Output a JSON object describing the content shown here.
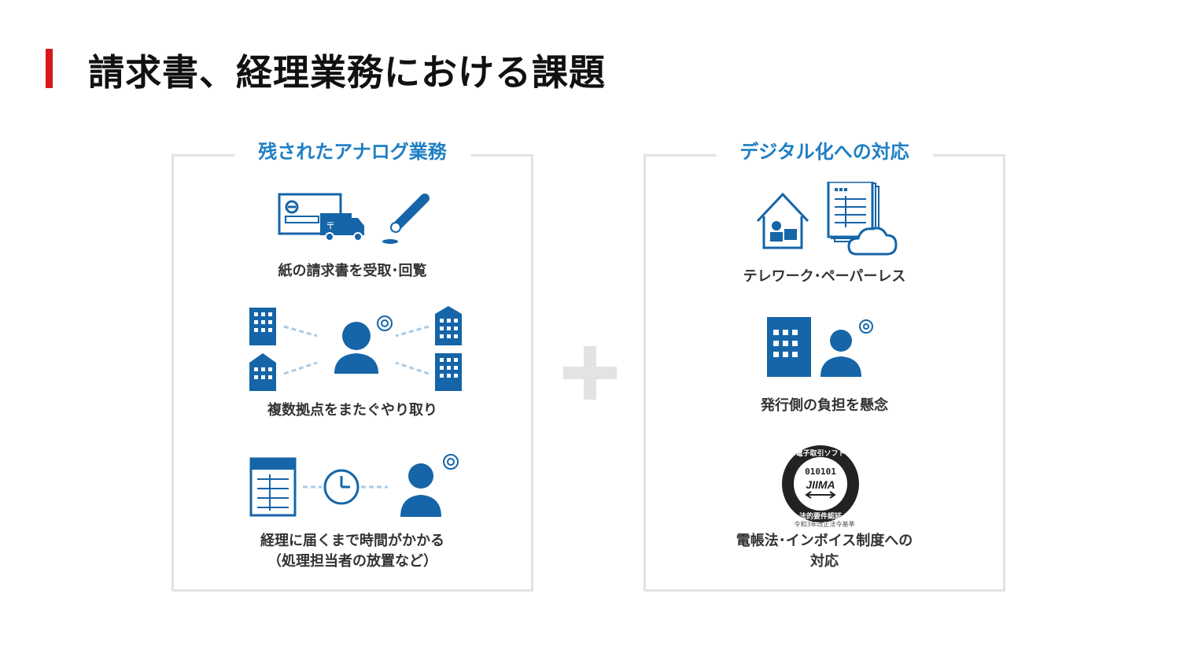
{
  "header": {
    "title": "請求書、経理業務における課題"
  },
  "colors": {
    "accent": "#d7161d",
    "blue": "#1f7fc5",
    "icon_blue": "#1565a8",
    "light_blue": "#a9cbe5",
    "border": "#e3e3e3"
  },
  "left_panel": {
    "title": "残されたアナログ業務",
    "items": [
      {
        "caption": "紙の請求書を受取･回覧",
        "icons": [
          "invoice-icon",
          "delivery-truck-icon",
          "pen-icon"
        ]
      },
      {
        "caption": "複数拠点をまたぐやり取り",
        "icons": [
          "building-icon",
          "person-confused-icon",
          "arrow-icon"
        ]
      },
      {
        "caption_lines": [
          "経理に届くまで時間がかかる",
          "（処理担当者の放置など）"
        ],
        "icons": [
          "spreadsheet-icon",
          "clock-icon",
          "person-confused-icon"
        ]
      }
    ]
  },
  "right_panel": {
    "title": "デジタル化への対応",
    "items": [
      {
        "caption": "テレワーク･ペーパーレス",
        "icons": [
          "house-telework-icon",
          "documents-icon",
          "cloud-icon"
        ]
      },
      {
        "caption": "発行側の負担を懸念",
        "icons": [
          "building-icon",
          "person-confused-icon"
        ]
      },
      {
        "caption_lines": [
          "電帳法･インボイス制度への",
          "対応"
        ],
        "badge": {
          "top_text": "電子取引ソフト",
          "code": "010101",
          "brand": "JIIMA",
          "bottom_text": "法的要件認証",
          "note": "令和3年改正法令基準"
        }
      }
    ]
  },
  "connector": {
    "symbol": "plus-icon"
  }
}
